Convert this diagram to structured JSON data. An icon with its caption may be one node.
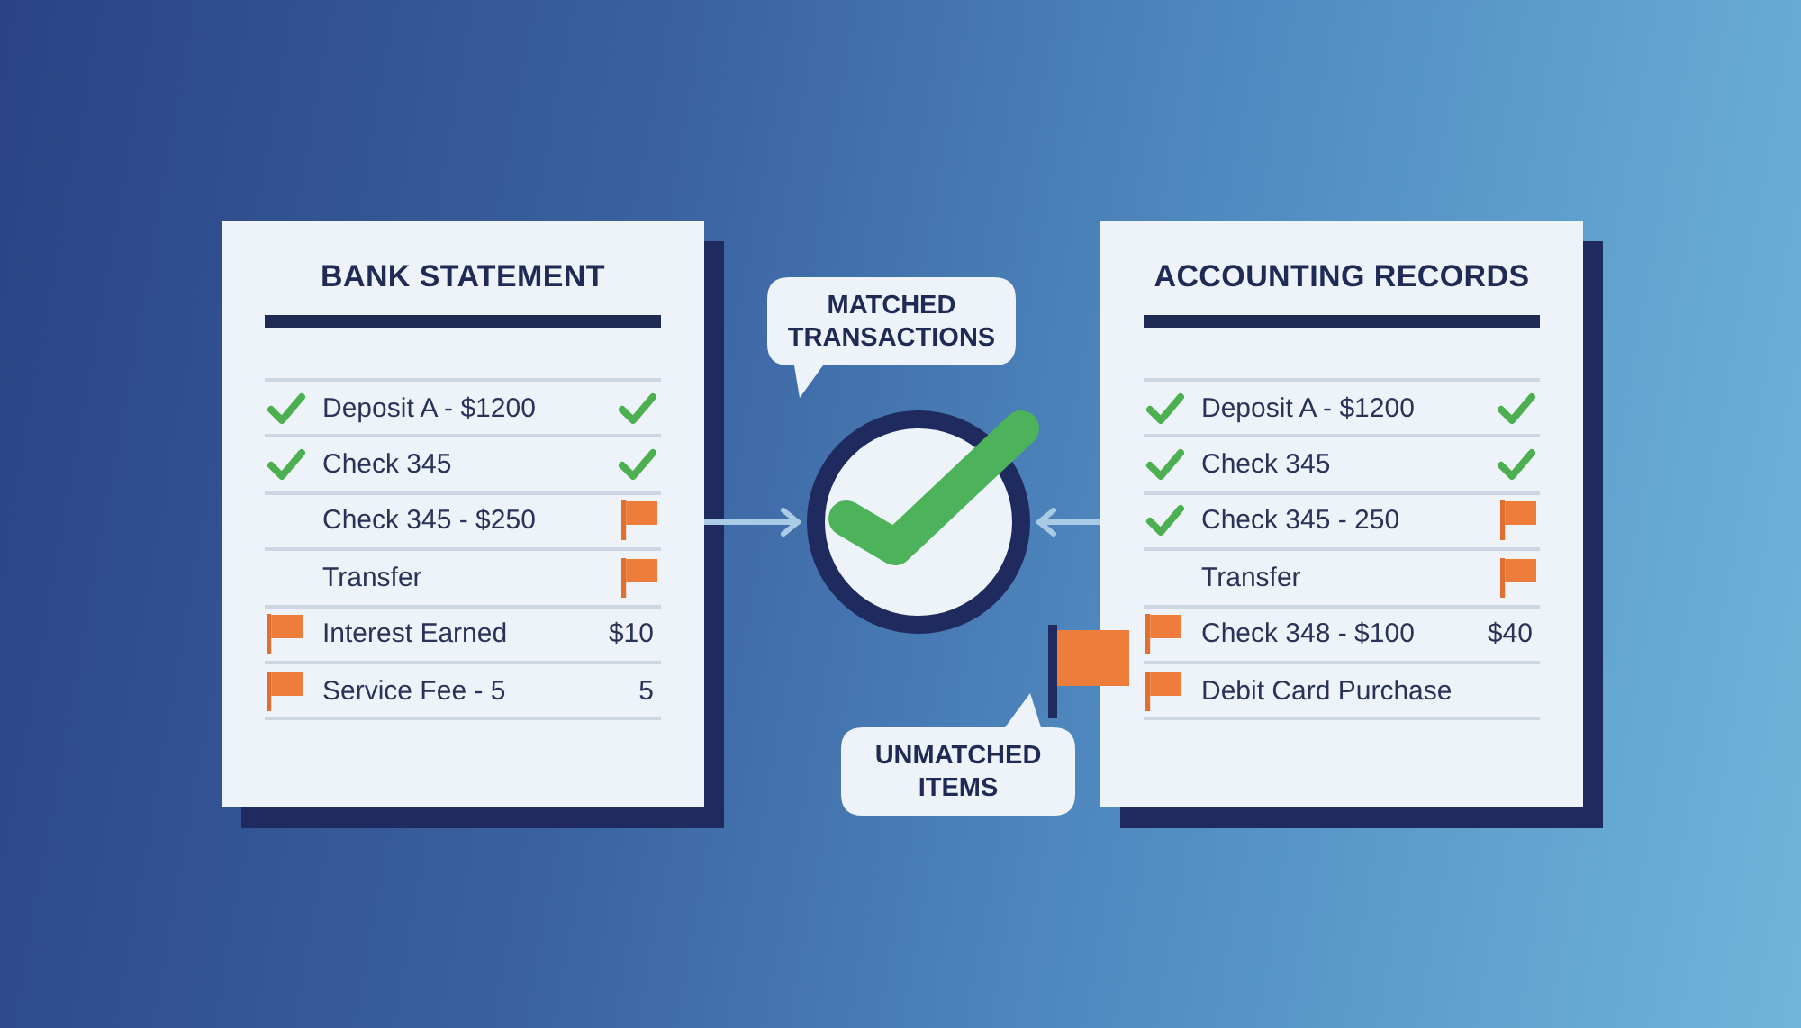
{
  "diagram": {
    "nodes": [
      {
        "text": [
          "BANK STATEMENT"
        ]
      },
      {
        "text": [
          "Deposit A - $1200"
        ],
        "in": 0
      },
      {
        "text": [
          "Check 345"
        ],
        "in": 0
      },
      {
        "text": [
          "Check 345 - $250"
        ],
        "in": 0
      },
      {
        "text": [
          "Transfer"
        ],
        "in": 0
      },
      {
        "text": [
          "Interest Earned",
          "$10"
        ],
        "in": 0
      },
      {
        "text": [
          "Service Fee - 5",
          "5"
        ],
        "in": 0
      },
      {
        "text": [
          "MATCHED TRANSACTIONS"
        ]
      },
      {
        "text": [],
        "shape": "circle"
      },
      {
        "text": [
          "ACCOUNTING RECORDS"
        ]
      },
      {
        "text": [
          "Deposit A - $1200"
        ],
        "in": 9
      },
      {
        "text": [
          "Check 345"
        ],
        "in": 9
      },
      {
        "text": [
          "Check 345 - 250"
        ],
        "in": 9
      },
      {
        "text": [
          "Transfer"
        ],
        "in": 9
      },
      {
        "text": [
          "Check 348 - $100",
          "$40"
        ],
        "in": 9
      },
      {
        "text": [
          "Debit Card Purchase"
        ],
        "in": 9
      },
      {
        "text": [
          "UNMATCHED ITEMS"
        ]
      }
    ],
    "edges": [
      {
        "from": 0,
        "to": 8,
        "arrow": "to"
      },
      {
        "from": 9,
        "to": 8,
        "arrow": "to"
      }
    ]
  }
}
